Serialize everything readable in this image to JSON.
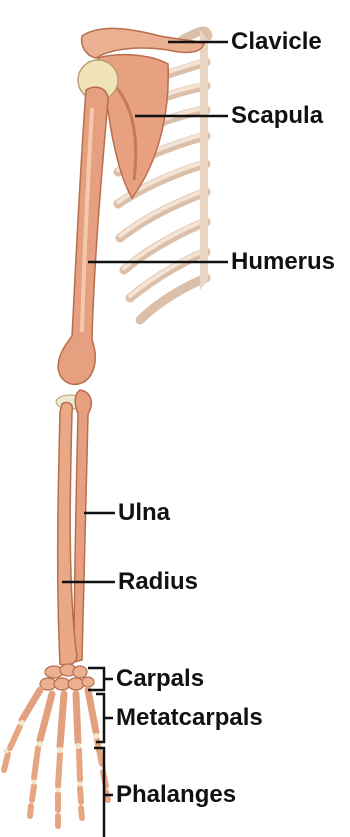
{
  "diagram": {
    "labels": {
      "clavicle": "Clavicle",
      "scapula": "Scapula",
      "humerus": "Humerus",
      "ulna": "Ulna",
      "radius": "Radius",
      "carpals": "Carpals",
      "metatcarpals": "Metatcarpals",
      "phalanges": "Phalanges"
    },
    "colors": {
      "bone": "#e8a17f",
      "bone_shade": "#c97a56",
      "bone_light": "#f3c9ae",
      "rib": "#efd9c7",
      "rib_shade": "#d9b89f",
      "cartilage": "#ece6c8",
      "leader_line": "#111111"
    }
  }
}
